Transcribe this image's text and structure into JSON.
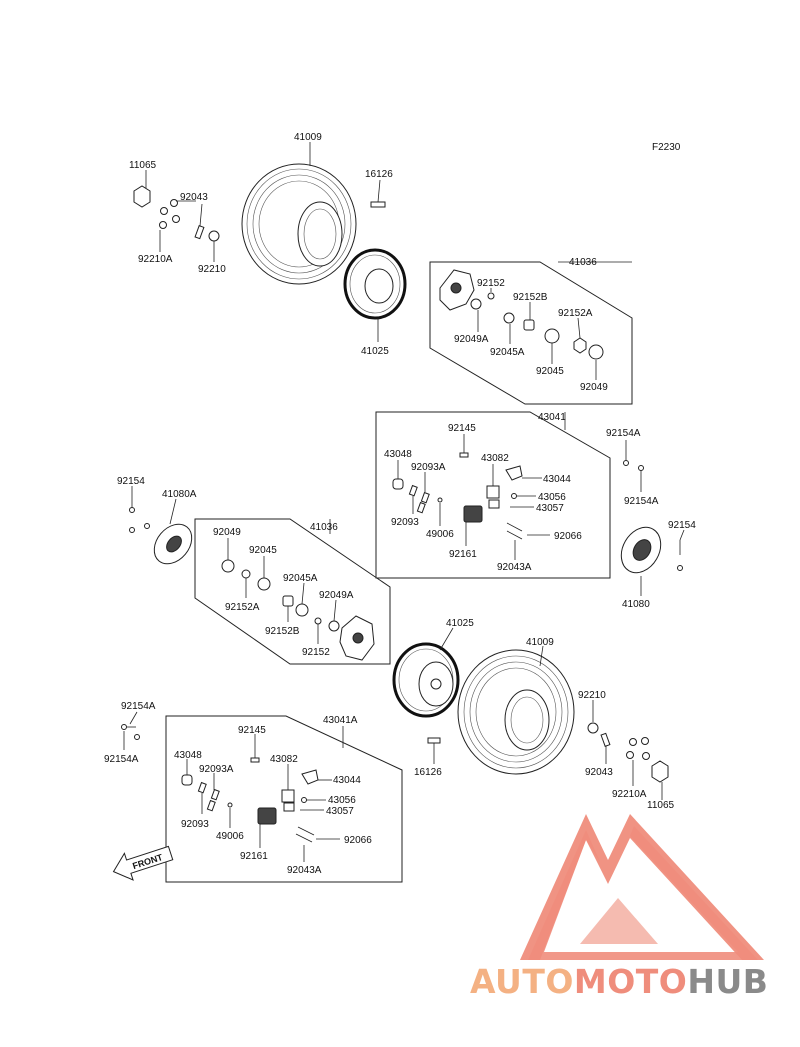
{
  "figure_code": "F2230",
  "front_label": "FRONT",
  "brand": {
    "part1": "AUTO",
    "part2": "MOTO",
    "part3": "HUB"
  },
  "colors": {
    "logo_red": "#ef8d7c",
    "logo_orange": "#f4b183",
    "logo_gray": "#8a8a8a",
    "line": "#222222"
  },
  "labels": {
    "l41009_top": "41009",
    "l11065_top": "11065",
    "l92043_top": "92043",
    "l92210a_top": "92210A",
    "l92210_top": "92210",
    "l16126_top": "16126",
    "l41025_top": "41025",
    "l41036_top": "41036",
    "l92152_tr": "92152",
    "l92152b_tr": "92152B",
    "l92049a_tr": "92049A",
    "l92152a_tr": "92152A",
    "l92045a_tr": "92045A",
    "l92045_tr": "92045",
    "l92049_tr": "92049",
    "l43041": "43041",
    "l92145_u": "92145",
    "l43048_u": "43048",
    "l92093a_u": "92093A",
    "l43082_u": "43082",
    "l43044_u": "43044",
    "l43056_u": "43056",
    "l43057_u": "43057",
    "l92093_u": "92093",
    "l49006_u": "49006",
    "l92161_u": "92161",
    "l92066_u": "92066",
    "l92043a_u": "92043A",
    "l92154a_r1": "92154A",
    "l92154a_r2": "92154A",
    "l92154_r": "92154",
    "l41080": "41080",
    "l92154_l": "92154",
    "l41080a": "41080A",
    "l41036_mid": "41036",
    "l92049_m": "92049",
    "l92045_m": "92045",
    "l92045a_m": "92045A",
    "l92152a_m": "92152A",
    "l92049a_m": "92049A",
    "l92152b_m": "92152B",
    "l92152_m": "92152",
    "l41025_bot": "41025",
    "l41009_bot": "41009",
    "l92210_bot": "92210",
    "l92043_bot": "92043",
    "l92210a_bot": "92210A",
    "l11065_bot": "11065",
    "l16126_bot": "16126",
    "l92154a_l1": "92154A",
    "l92154a_l2": "92154A",
    "l43041a": "43041A",
    "l92145_b": "92145",
    "l43048_b": "43048",
    "l92093a_b": "92093A",
    "l43082_b": "43082",
    "l43044_b": "43044",
    "l43056_b": "43056",
    "l43057_b": "43057",
    "l92093_b": "92093",
    "l49006_b": "49006",
    "l92161_b": "92161",
    "l92066_b": "92066",
    "l92043a_b": "92043A"
  }
}
